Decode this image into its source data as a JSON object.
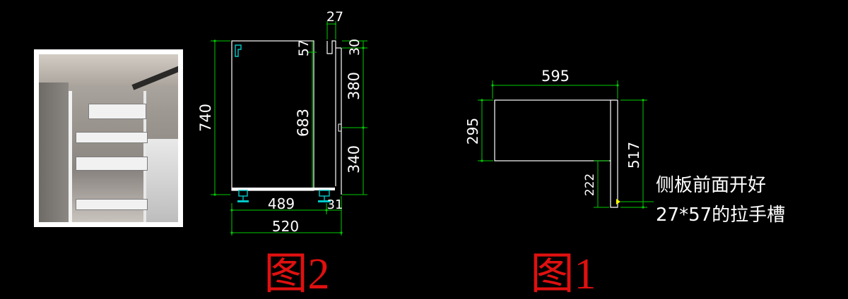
{
  "colors": {
    "background": "#000000",
    "outline": "#ffffff",
    "dimension": "#00cc00",
    "dim_text": "#ffffff",
    "caption": "#e01010",
    "hardware": "#00c8c8",
    "marker": "#ffff00"
  },
  "photo": {
    "icon": "pull-out-drawer-photo-icon"
  },
  "figure2": {
    "caption": "图2",
    "dims": {
      "height": "740",
      "inner_height": "683",
      "upper": "380",
      "lower": "340",
      "handle_width": "27",
      "handle_height": "57",
      "top_gap": "30",
      "inner_width": "489",
      "total_width": "520",
      "panel": "31"
    }
  },
  "figure1": {
    "caption": "图1",
    "dims": {
      "width": "595",
      "height": "295",
      "side_height": "517",
      "tail": "222"
    },
    "note_line1": "侧板前面开好",
    "note_line2": "27*57的拉手槽"
  }
}
